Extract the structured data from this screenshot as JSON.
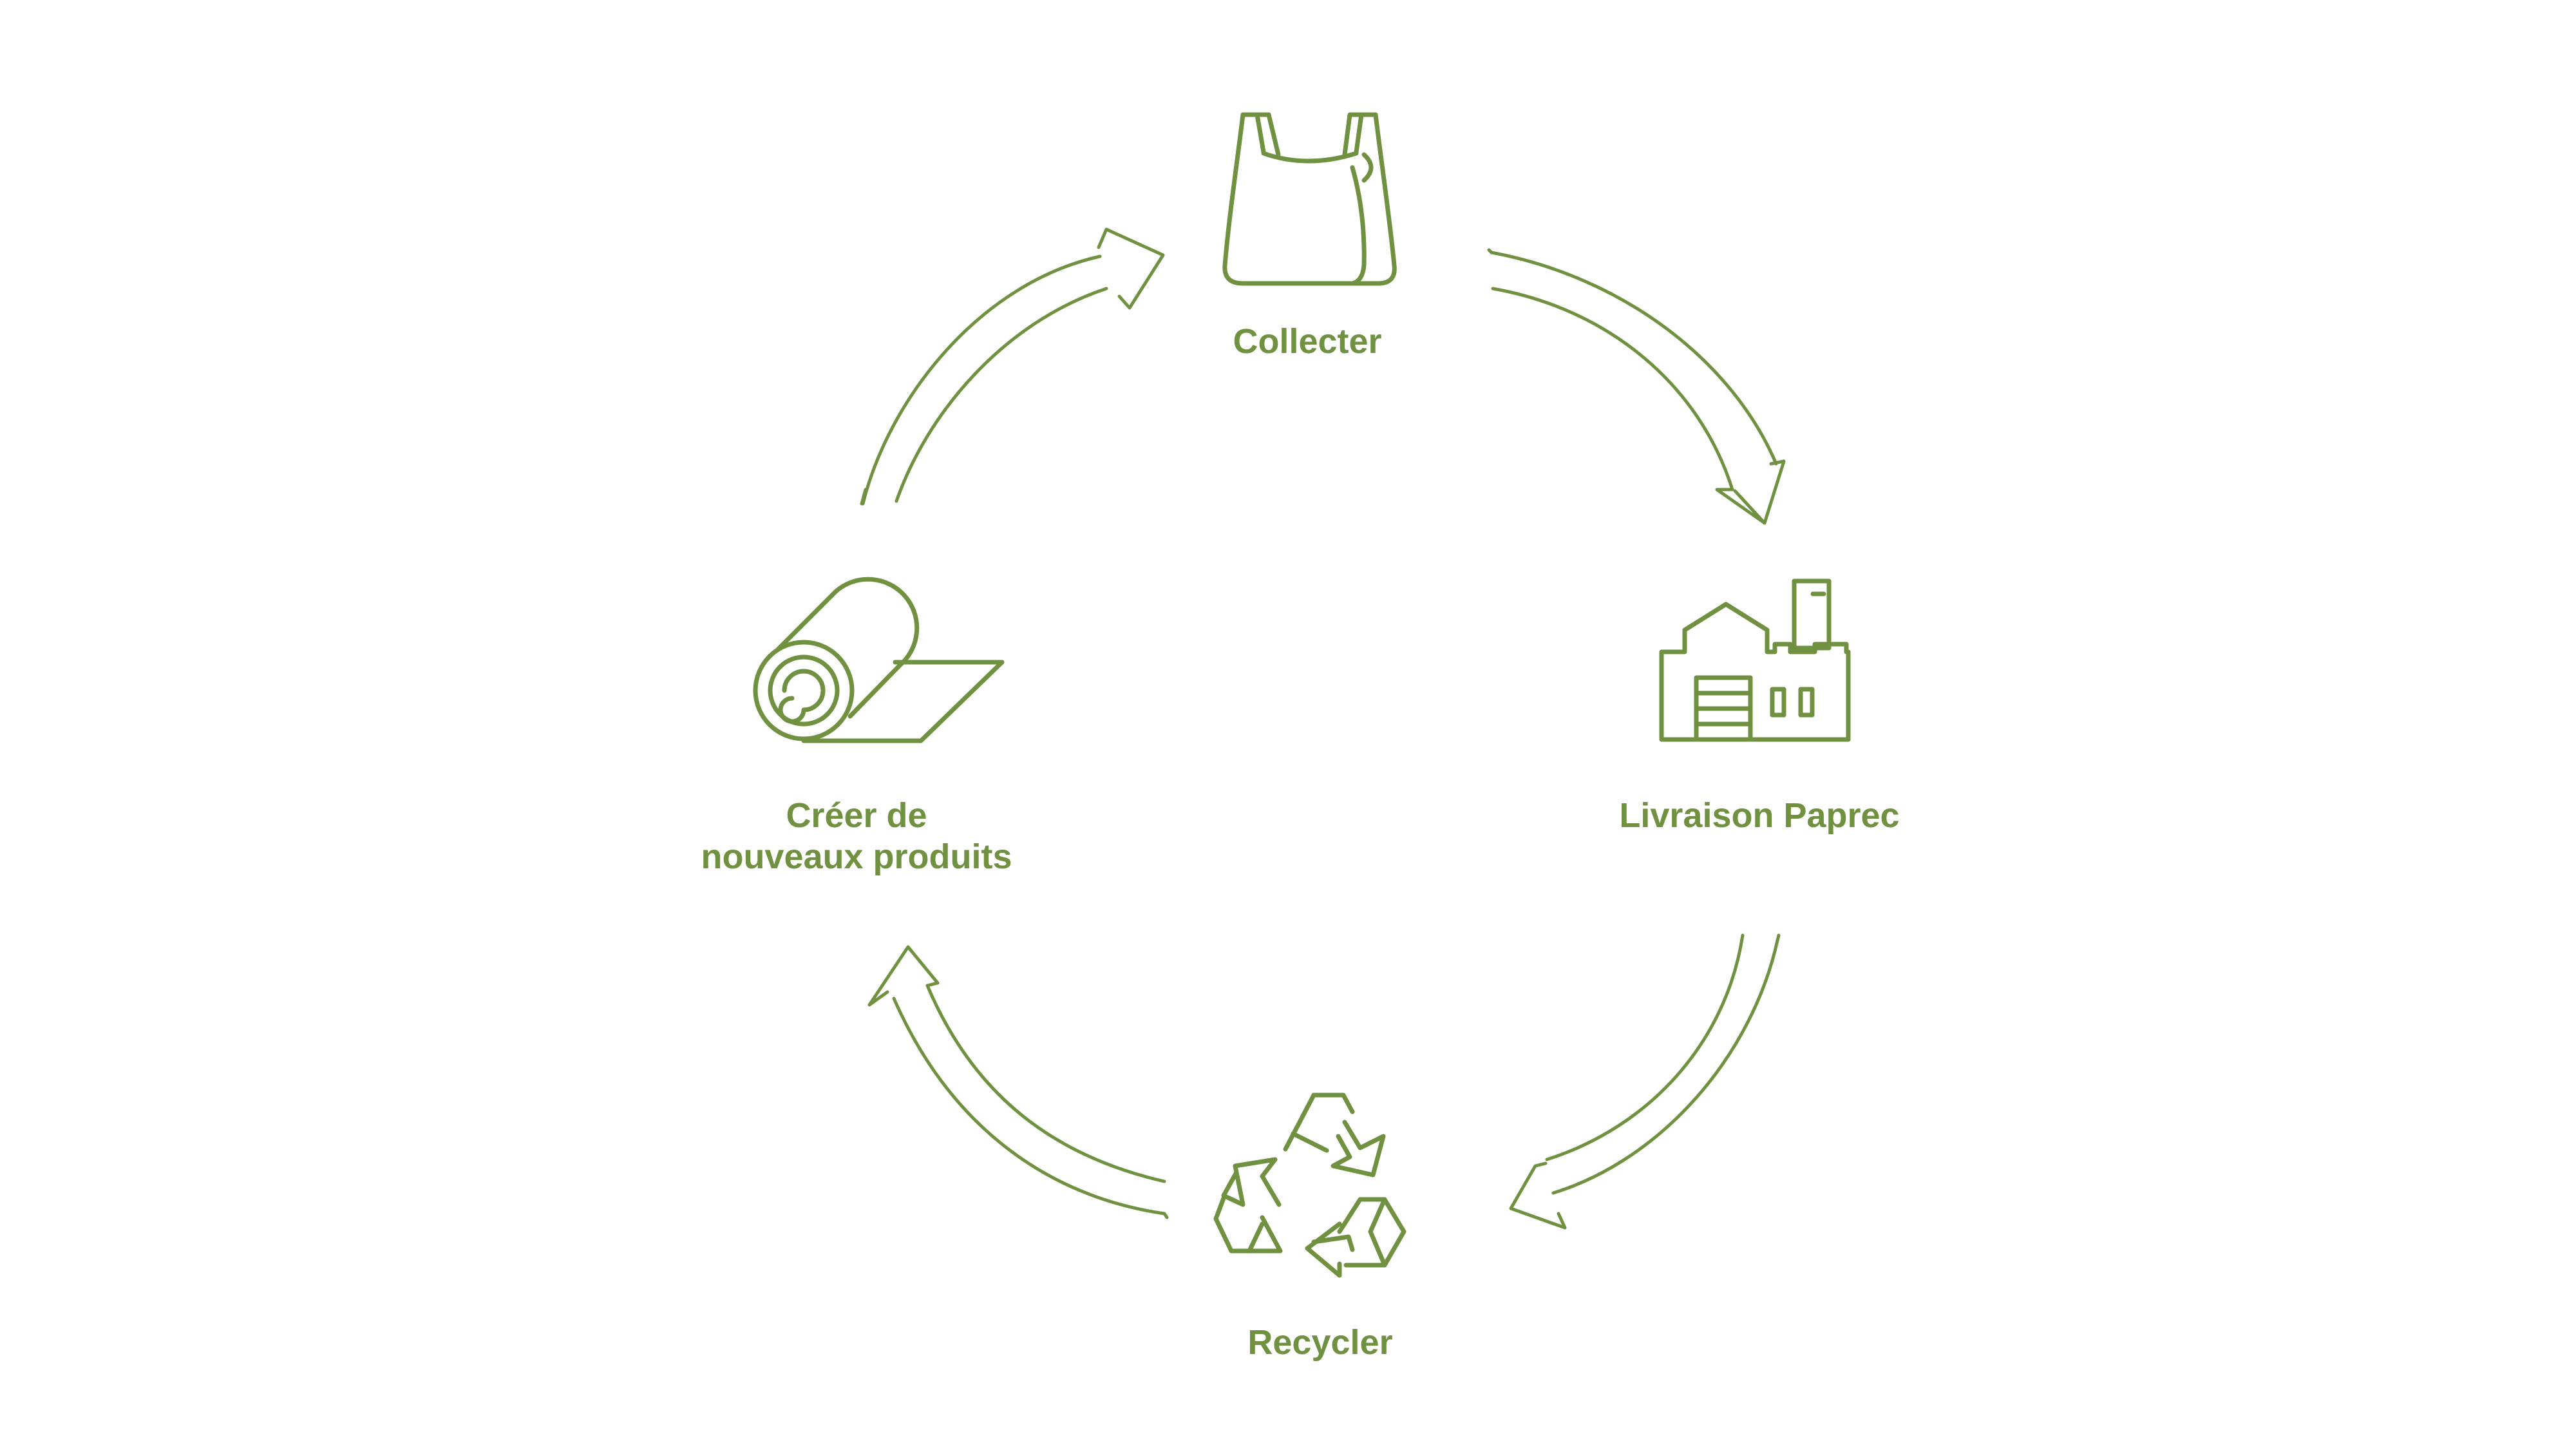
{
  "colors": {
    "accent": "#6f9140",
    "background": "#ffffff"
  },
  "steps": [
    {
      "id": "collect",
      "label": "Collecter",
      "icon": "shopping-bag-icon"
    },
    {
      "id": "delivery",
      "label": "Livraison Paprec",
      "icon": "factory-icon"
    },
    {
      "id": "recycle",
      "label": "Recycler",
      "icon": "recycle-icon"
    },
    {
      "id": "create",
      "label_lines": [
        "Créer de",
        "nouveaux produits"
      ],
      "icon": "material-roll-icon"
    }
  ],
  "flow": [
    "collect",
    "delivery",
    "recycle",
    "create",
    "collect"
  ]
}
